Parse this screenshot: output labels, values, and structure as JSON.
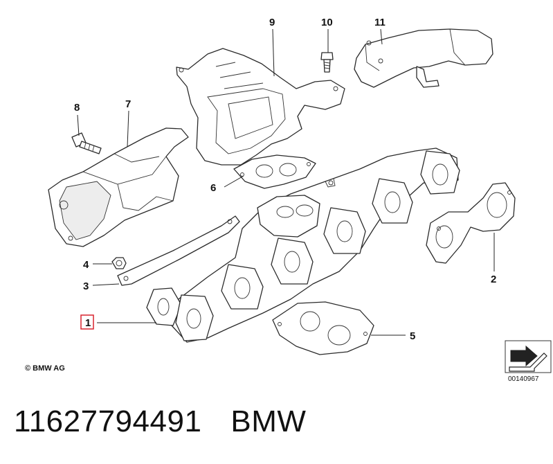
{
  "callouts": [
    {
      "id": "1",
      "label": "1",
      "highlighted": true
    },
    {
      "id": "2",
      "label": "2"
    },
    {
      "id": "3",
      "label": "3"
    },
    {
      "id": "4",
      "label": "4"
    },
    {
      "id": "5",
      "label": "5"
    },
    {
      "id": "6",
      "label": "6"
    },
    {
      "id": "7",
      "label": "7"
    },
    {
      "id": "8",
      "label": "8"
    },
    {
      "id": "9",
      "label": "9"
    },
    {
      "id": "10",
      "label": "10"
    },
    {
      "id": "11",
      "label": "11"
    }
  ],
  "copyright": "© BMW AG",
  "diagram_number": "00140967",
  "caption": {
    "part_number": "11627794491",
    "brand": "BMW"
  },
  "colors": {
    "highlight_box": "#d9232e",
    "line": "#2a2a2a"
  }
}
